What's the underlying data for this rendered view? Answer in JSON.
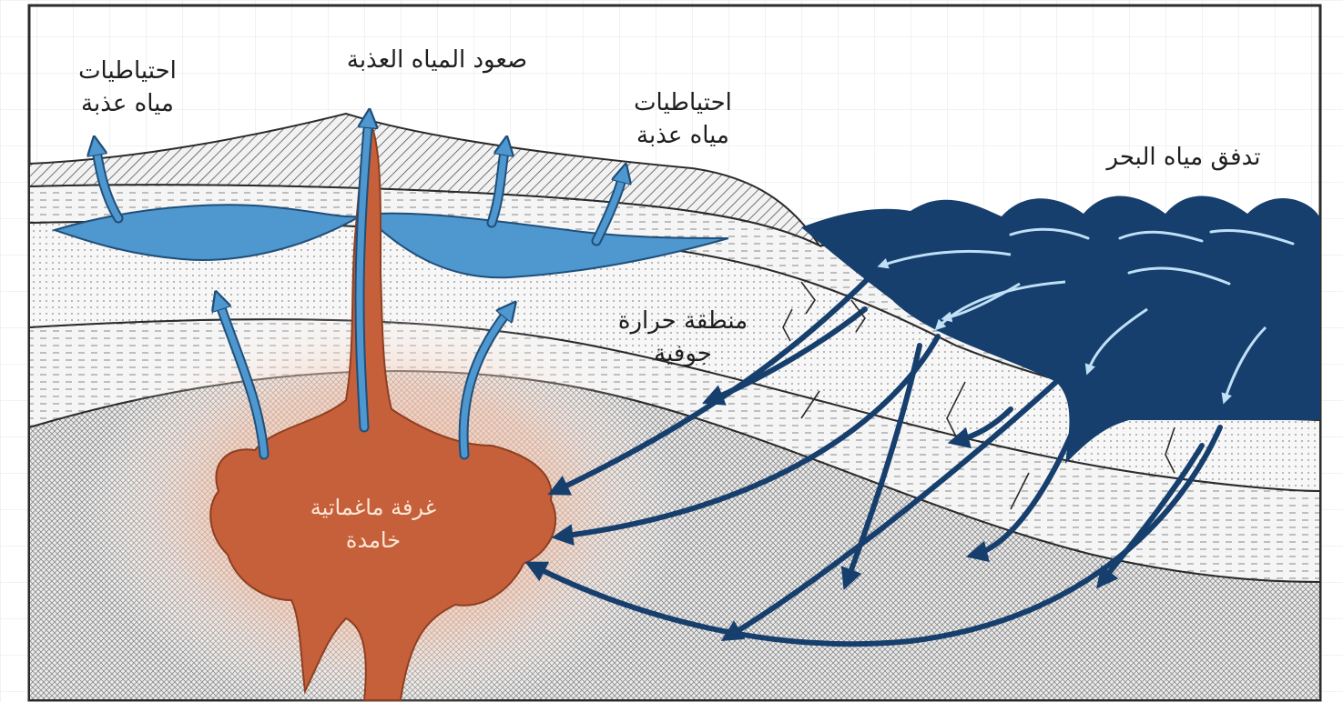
{
  "diagram": {
    "labels": {
      "fresh_reserves_left": [
        "احتياطيات",
        "مياه عذبة"
      ],
      "fresh_water_rising": "صعود المياه العذبة",
      "fresh_reserves_right": [
        "احتياطيات",
        "مياه عذبة"
      ],
      "seawater_inflow": "تدفق مياه البحر",
      "geothermal_zone": [
        "منطقة حرارة",
        "جوفية"
      ],
      "magma_chamber": [
        "غرفة ماغماتية",
        "خامدة"
      ]
    },
    "colors": {
      "freshwater": "#4f97cf",
      "freshwater_light": "#bfe0f5",
      "seawater": "#163f6e",
      "magma": "#c5603a",
      "magma_glow": "#f3b59a",
      "rock_outline": "#2b2b2b",
      "grid": "#e6e6e6"
    },
    "icons": [
      "up-arrow-icon",
      "flow-arrow-icon",
      "wave-icon"
    ]
  }
}
